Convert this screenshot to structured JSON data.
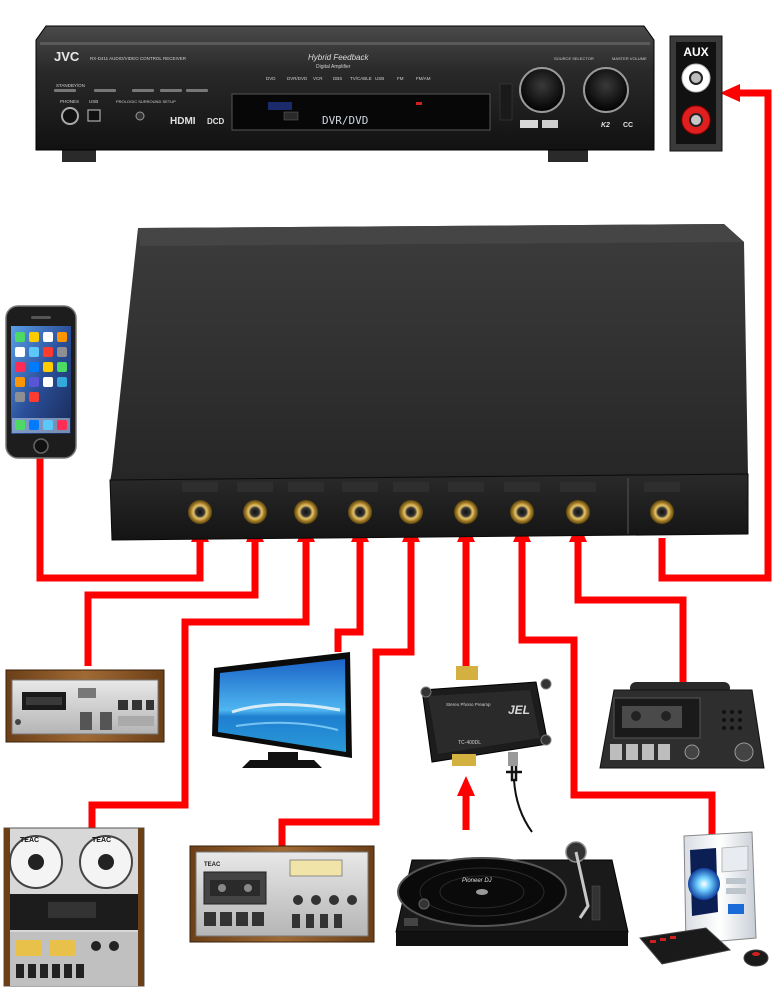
{
  "receiver": {
    "brand": "JVC",
    "model_line": "RX-D411  AUDIO/VIDEO CONTROL RECEIVER",
    "series": "Hybrid Feedback",
    "series_sub": "Digital Amplifier",
    "display_text": "DVR/DVD",
    "power_label": "STANDBY/ON",
    "phones_label": "PHONES",
    "usb_label": "USB",
    "setup_label": "PROLOGIC SURROUND SETUP",
    "source_buttons": [
      "DVD",
      "DVR/DVD",
      "VCR",
      "DBS",
      "TV/CABLE",
      "USB",
      "FM",
      "FM/AM"
    ],
    "hdmi_logo": "HDMI",
    "dolby_logo": "DCD",
    "knob_left_label": "SOURCE SELECTOR",
    "knob_right_label": "MASTER VOLUME",
    "k2_logo": "K2",
    "cc_logo": "CC"
  },
  "aux_label": "AUX",
  "preamp": {
    "brand": "JEL",
    "name": "Stereo Phono Preamp",
    "model": "TC-400DL"
  },
  "turntable": {
    "brand": "Pioneer DJ"
  },
  "reel_to_reel": {
    "brand_left": "TEAC",
    "brand_right": "TEAC"
  },
  "cassette_deck": {
    "brand": "TEAC"
  },
  "colors": {
    "cable": "#ff0000",
    "device_dark": "#1c1c1c",
    "switcher_body": "#2b2b2b",
    "jack_gold": "#c9a34a",
    "wood": "#8a5a2b",
    "screen_blue": "#1f8be0"
  },
  "icons": [
    "smartphone-icon",
    "eight-track-player-icon",
    "reel-to-reel-icon",
    "television-icon",
    "cassette-deck-icon",
    "phono-preamp-icon",
    "turntable-icon",
    "portable-recorder-icon",
    "desktop-computer-icon"
  ]
}
